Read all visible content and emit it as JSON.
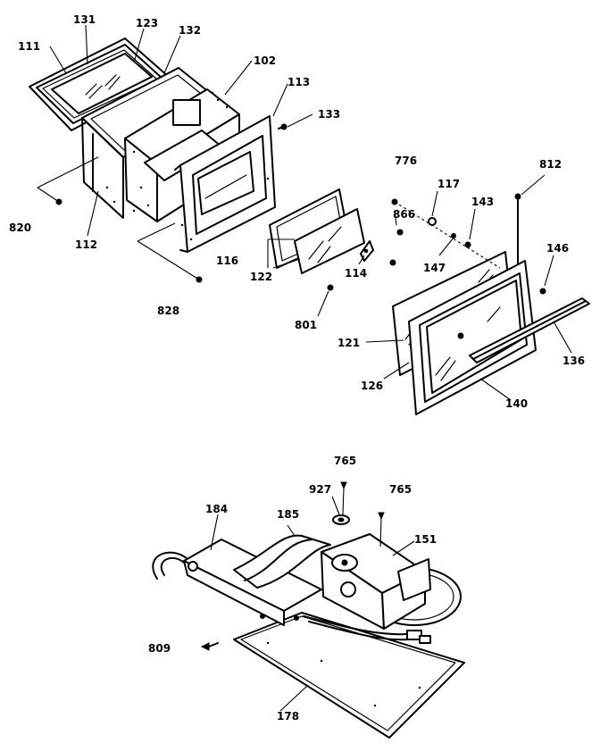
{
  "callouts": [
    {
      "id": "111",
      "text": "111"
    },
    {
      "id": "131",
      "text": "131"
    },
    {
      "id": "123",
      "text": "123"
    },
    {
      "id": "132",
      "text": "132"
    },
    {
      "id": "102",
      "text": "102"
    },
    {
      "id": "113",
      "text": "113"
    },
    {
      "id": "133",
      "text": "133"
    },
    {
      "id": "820",
      "text": "820"
    },
    {
      "id": "112",
      "text": "112"
    },
    {
      "id": "828",
      "text": "828"
    },
    {
      "id": "116",
      "text": "116"
    },
    {
      "id": "122",
      "text": "122"
    },
    {
      "id": "801",
      "text": "801"
    },
    {
      "id": "114",
      "text": "114"
    },
    {
      "id": "776",
      "text": "776"
    },
    {
      "id": "117",
      "text": "117"
    },
    {
      "id": "143",
      "text": "143"
    },
    {
      "id": "866",
      "text": "866"
    },
    {
      "id": "147",
      "text": "147"
    },
    {
      "id": "812",
      "text": "812"
    },
    {
      "id": "146",
      "text": "146"
    },
    {
      "id": "121",
      "text": "121"
    },
    {
      "id": "126",
      "text": "126"
    },
    {
      "id": "136",
      "text": "136"
    },
    {
      "id": "140",
      "text": "140"
    },
    {
      "id": "765a",
      "text": "765"
    },
    {
      "id": "927",
      "text": "927"
    },
    {
      "id": "765b",
      "text": "765"
    },
    {
      "id": "184",
      "text": "184"
    },
    {
      "id": "185",
      "text": "185"
    },
    {
      "id": "151",
      "text": "151"
    },
    {
      "id": "809",
      "text": "809"
    },
    {
      "id": "178",
      "text": "178"
    }
  ]
}
